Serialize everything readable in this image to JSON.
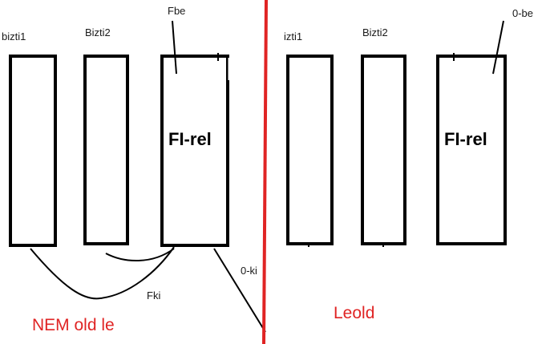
{
  "left": {
    "labels": {
      "box1": "bizti1",
      "box2": "Bizti2",
      "top_arrow": "Fbe",
      "bottom_arrow": "Fki",
      "out_arrow": "0-ki"
    },
    "box3_text": "FI-rel",
    "caption": "NEM old le"
  },
  "right": {
    "labels": {
      "box1": "izti1",
      "box2": "Bizti2",
      "top_arrow": "0-be"
    },
    "box3_text": "FI-rel",
    "caption": "Leold"
  },
  "colors": {
    "ink": "#000000",
    "divider": "#e02424",
    "caption": "#e02424",
    "label": "#1a1a1a"
  }
}
